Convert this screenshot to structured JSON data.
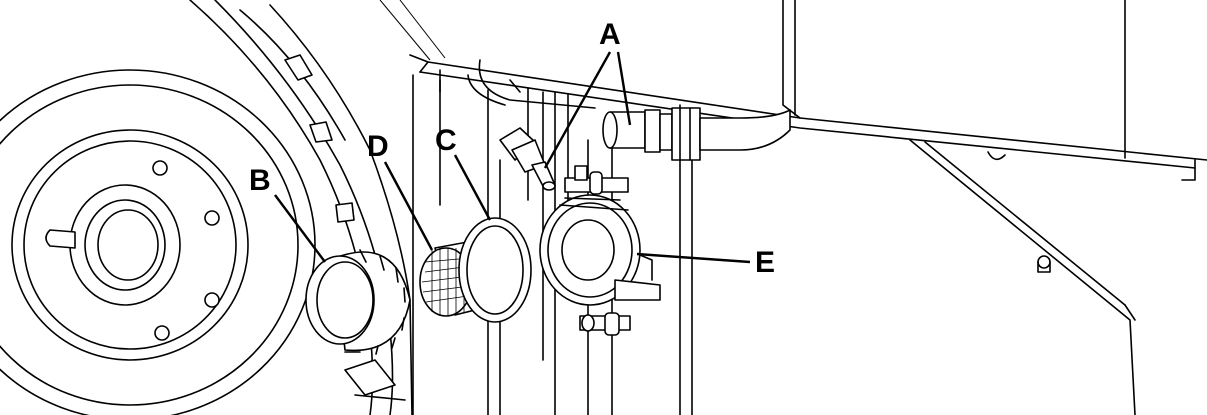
{
  "figure": {
    "callouts": [
      {
        "id": "A",
        "label": "A"
      },
      {
        "id": "B",
        "label": "B"
      },
      {
        "id": "C",
        "label": "C"
      },
      {
        "id": "D",
        "label": "D"
      },
      {
        "id": "E",
        "label": "E"
      }
    ]
  }
}
